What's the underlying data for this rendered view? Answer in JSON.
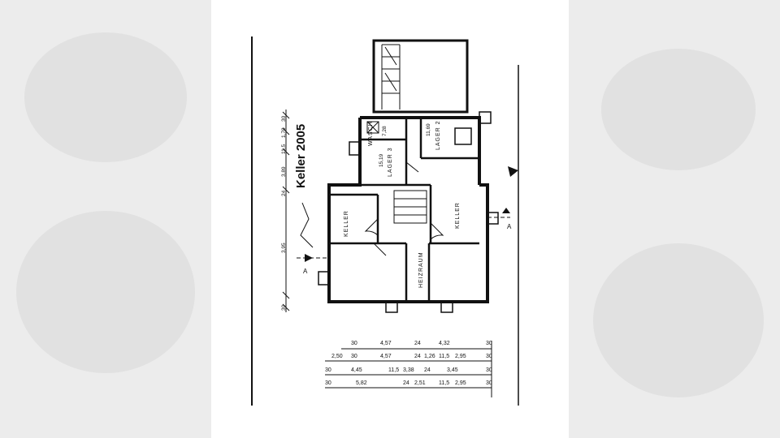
{
  "title": "Keller  2005",
  "rooms": {
    "wasch": "WASCH",
    "wasch_area": "7,28",
    "lager2": "LAGER 2",
    "lager2_area": "11,69",
    "lager3": "LAGER 3",
    "lager3_area": "15,19",
    "keller_left": "KELLER",
    "keller_right": "KELLER",
    "heizraum": "HEIZRAUM"
  },
  "section_marks": {
    "left": "A",
    "right": "A"
  },
  "dims_vertical": [
    "30",
    "1,70",
    "11,5",
    "3,89",
    "24",
    "3,95",
    "30"
  ],
  "dims_row1": [
    "30",
    "4,57",
    "24",
    "4,32",
    "30"
  ],
  "dims_row2": [
    "2,50",
    "30",
    "4,57",
    "24",
    "1,26",
    "11,5",
    "2,95",
    "30"
  ],
  "dims_row3": [
    "30",
    "4,45",
    "11,5",
    "3,38",
    "24",
    "3,45",
    "30"
  ],
  "dims_row4": [
    "30",
    "5,82",
    "24",
    "2,51",
    "11,5",
    "2,95",
    "30"
  ]
}
